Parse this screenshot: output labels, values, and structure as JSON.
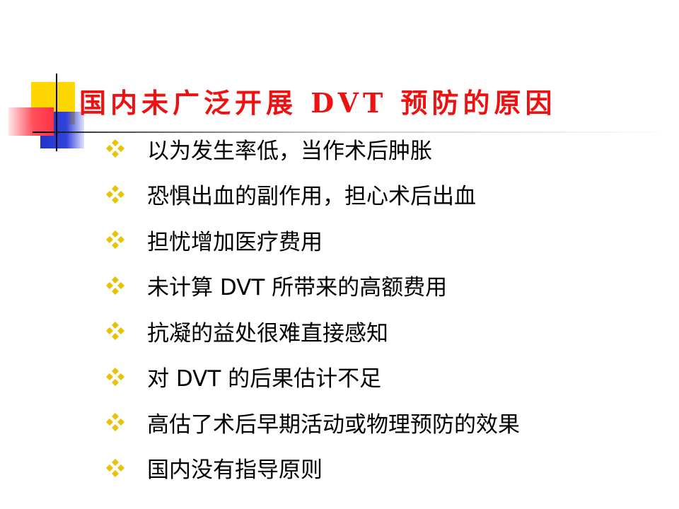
{
  "slide": {
    "title": "国内未广泛开展 DVT 预防的原因",
    "title_color": "#ee1111",
    "bullet_icon": "four-diamond-icon",
    "bullet_color": "#e8c200",
    "bullets": [
      "以为发生率低，当作术后肿胀",
      "恐惧出血的副作用，担心术后出血",
      "担忧增加医疗费用",
      "未计算 DVT 所带来的高额费用",
      "抗凝的益处很难直接感知",
      "对 DVT 的后果估计不足",
      "高估了术后早期活动或物理预防的效果",
      "国内没有指导原则"
    ]
  }
}
